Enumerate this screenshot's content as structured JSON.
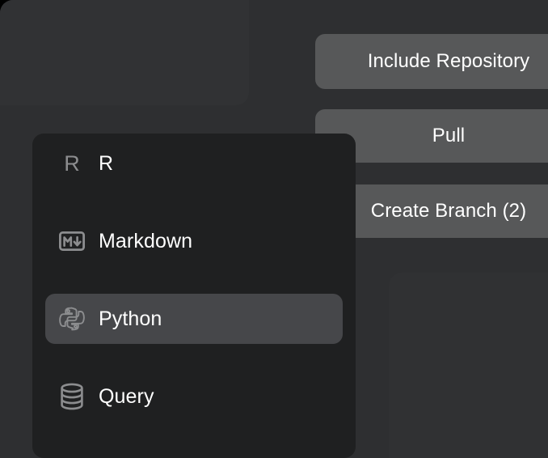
{
  "window": {
    "background_color": "#2e2f31",
    "panel_color": "#313234"
  },
  "background_panels": [
    {
      "name": "top-left-panel",
      "color": "#313234"
    },
    {
      "name": "bottom-right-panel",
      "color": "#303133"
    }
  ],
  "action_buttons": {
    "background_color": "#575859",
    "text_color": "#ffffff",
    "items": [
      {
        "label": "Include Repository",
        "name": "include-repository-button"
      },
      {
        "label": "Pull",
        "name": "pull-button"
      },
      {
        "label": "Create Branch (2)",
        "name": "create-branch-button"
      }
    ]
  },
  "menu": {
    "background_color": "#1f2021",
    "highlight_color": "#46474a",
    "icon_color": "#8c8d8f",
    "label_color": "#ffffff",
    "items": [
      {
        "label": "R",
        "icon": "r-letter-icon",
        "selected": false
      },
      {
        "label": "Markdown",
        "icon": "markdown-icon",
        "selected": false
      },
      {
        "label": "Python",
        "icon": "python-icon",
        "selected": true
      },
      {
        "label": "Query",
        "icon": "database-icon",
        "selected": false
      }
    ]
  }
}
